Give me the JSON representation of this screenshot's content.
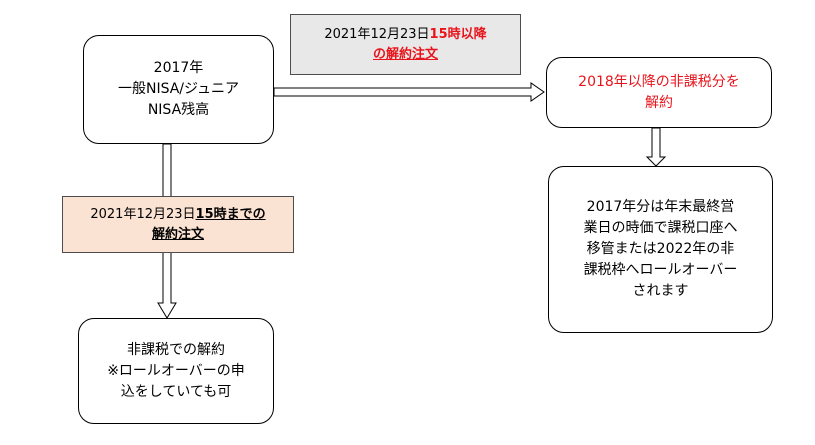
{
  "colors": {
    "emphasis_red": "#e8141b",
    "note_gray_fill": "#e8e8e8",
    "note_peach_fill": "#fbe3d3",
    "red_text": "#e8141b"
  },
  "start_box": {
    "lines": [
      "2017年",
      "一般NISA/ジュニア",
      "NISA残高"
    ]
  },
  "note_after": {
    "prefix": "2021年12月23日",
    "emphasis_1": "15時以降",
    "emphasis_2": "の解約注文"
  },
  "note_before": {
    "prefix": "2021年12月23日",
    "emphasis_1": "15時までの",
    "emphasis_2": "解約注文"
  },
  "result_before": {
    "lines": [
      "非課税での解約",
      "※ロールオーバーの申",
      "込をしていても可"
    ]
  },
  "result_after": {
    "lines": [
      "2018年以降の非課税分を",
      "解約"
    ]
  },
  "result_2017": {
    "lines": [
      "2017年分は年末最終営",
      "業日の時価で課税口座へ",
      "移管または2022年の非",
      "課税枠へロールオーバー",
      "されます"
    ]
  }
}
